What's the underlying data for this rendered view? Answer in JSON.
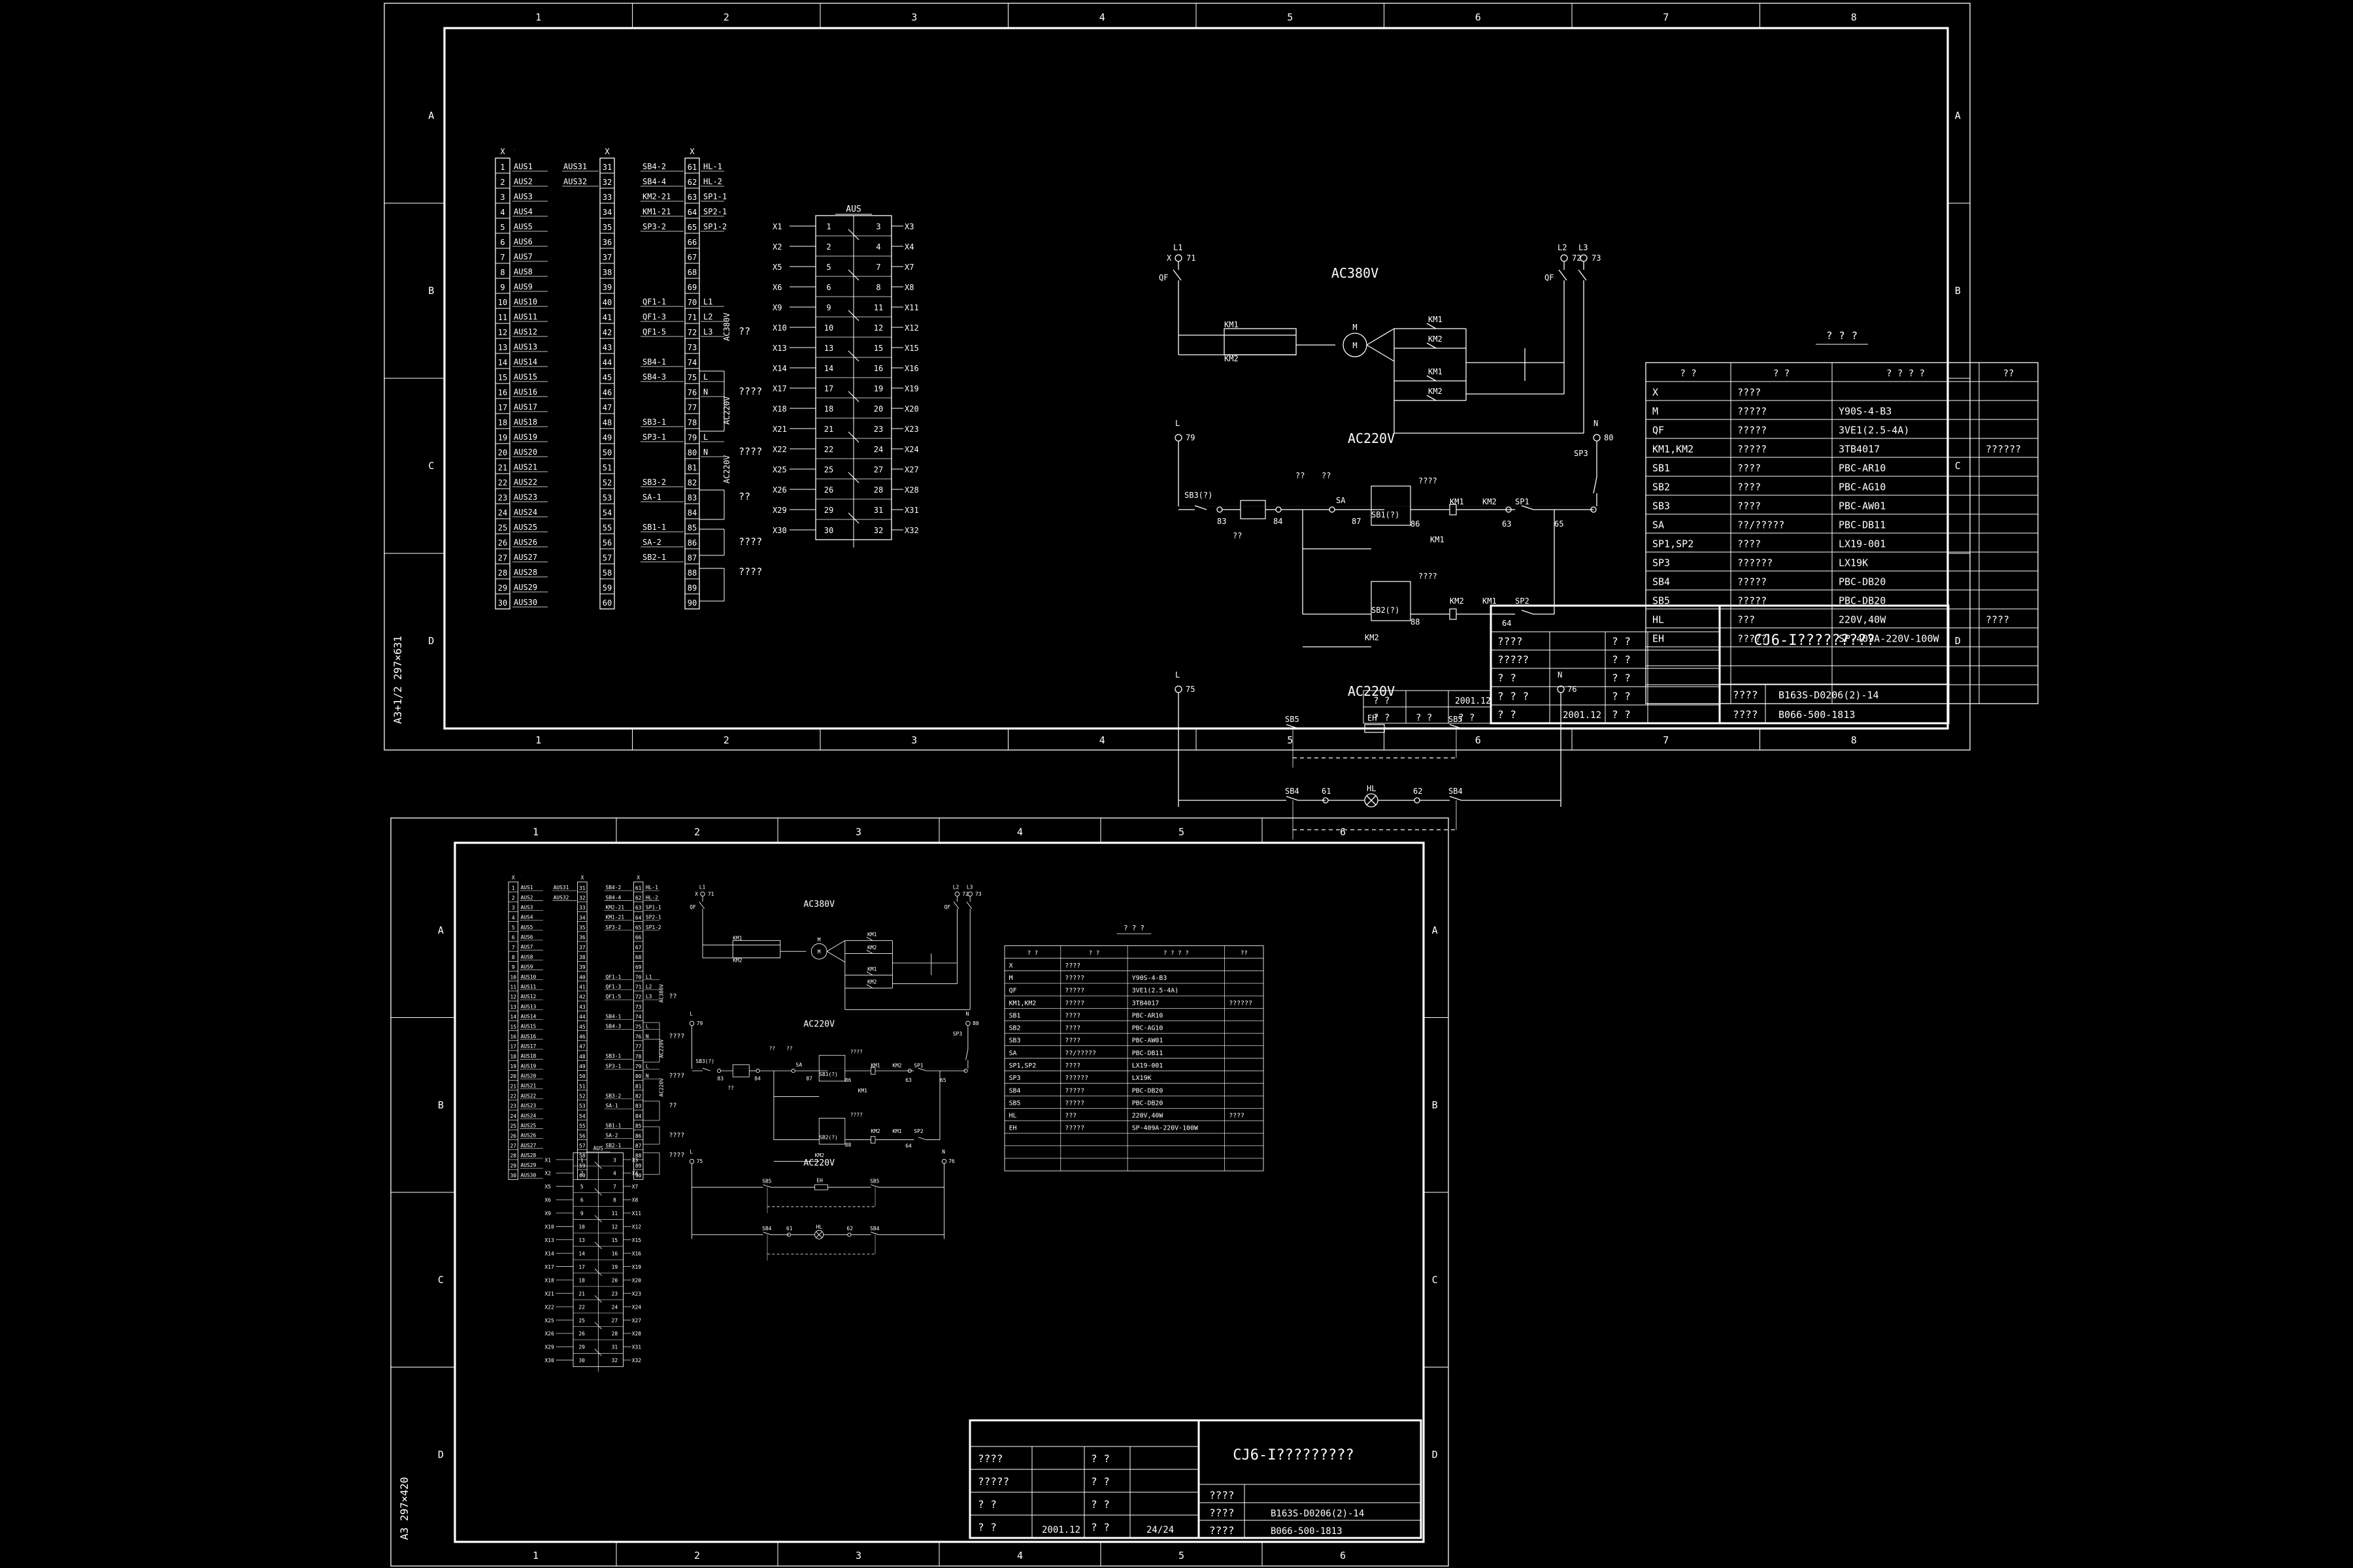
{
  "sheets": [
    {
      "size_label": "A3+1/2 297×631",
      "col_labels": [
        "1",
        "2",
        "3",
        "4",
        "5",
        "6",
        "7",
        "8"
      ],
      "row_labels": [
        "A",
        "B",
        "C",
        "D"
      ]
    },
    {
      "size_label": "A3 297×420",
      "col_labels": [
        "1",
        "2",
        "3",
        "4",
        "5",
        "6"
      ],
      "row_labels": [
        "A",
        "B",
        "C",
        "D"
      ]
    }
  ],
  "terminal_strip_1": {
    "header": "X",
    "numbers": [
      "1",
      "2",
      "3",
      "4",
      "5",
      "6",
      "7",
      "8",
      "9",
      "10",
      "11",
      "12",
      "13",
      "14",
      "15",
      "16",
      "17",
      "18",
      "19",
      "20",
      "21",
      "22",
      "23",
      "24",
      "25",
      "26",
      "27",
      "28",
      "29",
      "30"
    ],
    "labels": [
      "AUS1",
      "AUS2",
      "AUS3",
      "AUS4",
      "AUS5",
      "AUS6",
      "AUS7",
      "AUS8",
      "AUS9",
      "AUS10",
      "AUS11",
      "AUS12",
      "AUS13",
      "AUS14",
      "AUS15",
      "AUS16",
      "AUS17",
      "AUS18",
      "AUS19",
      "AUS20",
      "AUS21",
      "AUS22",
      "AUS23",
      "AUS24",
      "AUS25",
      "AUS26",
      "AUS27",
      "AUS28",
      "AUS29",
      "AUS30"
    ]
  },
  "terminal_strip_2": {
    "header": "X",
    "numbers": [
      "31",
      "32",
      "33",
      "34",
      "35",
      "36",
      "37",
      "38",
      "39",
      "40",
      "41",
      "42",
      "43",
      "44",
      "45",
      "46",
      "47",
      "48",
      "49",
      "50",
      "51",
      "52",
      "53",
      "54",
      "55",
      "56",
      "57",
      "58",
      "59",
      "60"
    ],
    "labels": [
      "AUS31",
      "AUS32"
    ]
  },
  "terminal_strip_3": {
    "header": "X",
    "numbers": [
      "61",
      "62",
      "63",
      "64",
      "65",
      "66",
      "67",
      "68",
      "69",
      "70",
      "71",
      "72",
      "73",
      "74",
      "75",
      "76",
      "77",
      "78",
      "79",
      "80",
      "81",
      "82",
      "83",
      "84",
      "85",
      "86",
      "87",
      "88",
      "89",
      "90"
    ],
    "left_labels": [
      {
        "row": 0,
        "text": "SB4-2"
      },
      {
        "row": 1,
        "text": "SB4-4"
      },
      {
        "row": 2,
        "text": "KM2-21"
      },
      {
        "row": 3,
        "text": "KM1-21"
      },
      {
        "row": 4,
        "text": "SP3-2"
      },
      {
        "row": 9,
        "text": "QF1-1"
      },
      {
        "row": 10,
        "text": "QF1-3"
      },
      {
        "row": 11,
        "text": "QF1-5"
      },
      {
        "row": 13,
        "text": "SB4-1"
      },
      {
        "row": 14,
        "text": "SB4-3"
      },
      {
        "row": 17,
        "text": "SB3-1"
      },
      {
        "row": 18,
        "text": "SP3-1"
      },
      {
        "row": 21,
        "text": "SB3-2"
      },
      {
        "row": 22,
        "text": "SA-1"
      },
      {
        "row": 24,
        "text": "SB1-1"
      },
      {
        "row": 25,
        "text": "SA-2"
      },
      {
        "row": 26,
        "text": "SB2-1"
      }
    ],
    "right_labels": [
      {
        "row": 0,
        "text": "HL-1"
      },
      {
        "row": 1,
        "text": "HL-2"
      },
      {
        "row": 2,
        "text": "SP1-1"
      },
      {
        "row": 3,
        "text": "SP2-1"
      },
      {
        "row": 4,
        "text": "SP1-2"
      },
      {
        "row": 9,
        "text": "L1"
      },
      {
        "row": 10,
        "text": "L2"
      },
      {
        "row": 11,
        "text": "L3"
      },
      {
        "row": 14,
        "text": "L"
      },
      {
        "row": 15,
        "text": "N"
      },
      {
        "row": 18,
        "text": "L"
      },
      {
        "row": 19,
        "text": "N"
      }
    ],
    "side_notes": [
      {
        "row": 11,
        "text": "??"
      },
      {
        "row": 15,
        "text": "????"
      },
      {
        "row": 19,
        "text": "????"
      },
      {
        "row": 22,
        "text": "??"
      },
      {
        "row": 25,
        "text": "????"
      },
      {
        "row": 27,
        "text": "????"
      }
    ],
    "vertical_notes": [
      "AC380V",
      "AC220V",
      "AC220V"
    ]
  },
  "aus_block": {
    "title": "AUS",
    "left_x": [
      "X1",
      "X2",
      "X5",
      "X6",
      "X9",
      "X10",
      "X13",
      "X14",
      "X17",
      "X18",
      "X21",
      "X22",
      "X25",
      "X26",
      "X29",
      "X30"
    ],
    "right_x": [
      "X3",
      "X4",
      "X7",
      "X8",
      "X11",
      "X12",
      "X15",
      "X16",
      "X19",
      "X20",
      "X23",
      "X24",
      "X27",
      "X28",
      "X31",
      "X32"
    ],
    "left_pins": [
      "1",
      "2",
      "5",
      "6",
      "9",
      "10",
      "13",
      "14",
      "17",
      "18",
      "21",
      "22",
      "25",
      "26",
      "29",
      "30"
    ],
    "right_pins": [
      "3",
      "4",
      "7",
      "8",
      "11",
      "12",
      "15",
      "16",
      "19",
      "20",
      "23",
      "24",
      "27",
      "28",
      "31",
      "32"
    ]
  },
  "power_circuit": {
    "title": "AC380V",
    "terminals": [
      {
        "label": "L1",
        "num": "71",
        "sub": "X"
      },
      {
        "label": "L2",
        "num": "72",
        "sub": ""
      },
      {
        "label": "L3",
        "num": "73",
        "sub": ""
      }
    ],
    "qf": "QF",
    "km_left": [
      "KM1",
      "KM2"
    ],
    "motor": "M",
    "km_right": [
      "KM1",
      "KM2",
      "KM1",
      "KM2"
    ]
  },
  "control_circuit": {
    "title": "AC220V",
    "L": "L",
    "N": "N",
    "L_num": "79",
    "N_num": "80",
    "labels": [
      "SB3(?)",
      "83",
      "??",
      "84",
      "??",
      "??",
      "SA",
      "87",
      "????",
      "SB1(?)",
      "86",
      "KM1",
      "KM2",
      "SP1",
      "63",
      "65",
      "SP3",
      "KM1",
      "????",
      "SB2(?)",
      "88",
      "KM2",
      "KM1",
      "SP2",
      "64",
      "KM2"
    ]
  },
  "heater_circuit": {
    "title": "AC220V",
    "L": "L",
    "N": "N",
    "L_num": "75",
    "N_num": "76",
    "labels": [
      "SB5",
      "EH",
      "SB5",
      "SB4",
      "61",
      "HL",
      "62",
      "SB4"
    ]
  },
  "parts_table": {
    "title": "? ? ?",
    "headers": [
      "? ?",
      "? ?",
      "? ?   ? ?",
      "??"
    ],
    "rows": [
      [
        "X",
        "????",
        "",
        ""
      ],
      [
        "M",
        "?????",
        "Y90S-4-B3",
        ""
      ],
      [
        "QF",
        "?????",
        "3VE1(2.5-4A)",
        ""
      ],
      [
        "KM1,KM2",
        "?????",
        "3TB4017",
        "??????"
      ],
      [
        "SB1",
        "????",
        "PBC-AR10",
        ""
      ],
      [
        "SB2",
        "????",
        "PBC-AG10",
        ""
      ],
      [
        "SB3",
        "????",
        "PBC-AW01",
        ""
      ],
      [
        "SA",
        "??/?????",
        "PBC-DB11",
        ""
      ],
      [
        "SP1,SP2",
        "????",
        "LX19-001",
        ""
      ],
      [
        "SP3",
        "??????",
        "LX19K",
        ""
      ],
      [
        "SB4",
        "?????",
        "PBC-DB20",
        ""
      ],
      [
        "SB5",
        "?????",
        "PBC-DB20",
        ""
      ],
      [
        "HL",
        "???",
        "220V,40W",
        "????"
      ],
      [
        "EH",
        "?????",
        "SP-409A-220V-100W",
        ""
      ],
      [
        "",
        "",
        "",
        ""
      ],
      [
        "",
        "",
        "",
        ""
      ],
      [
        "",
        "",
        "",
        ""
      ]
    ]
  },
  "title_block_1": {
    "drawing_name": "CJ6-I?????????",
    "left_rows": [
      [
        "????",
        "? ?"
      ],
      [
        "?????",
        "? ?"
      ],
      [
        "?   ?",
        "? ?"
      ],
      [
        "? ? ?",
        "? ?"
      ],
      [
        "?   ?",
        "? ?"
      ]
    ],
    "date_a": "2001.12",
    "date_b": "2001.12",
    "small_cells": [
      "? ?",
      "? ?",
      "? ?",
      "? ?"
    ],
    "right_rows": [
      [
        "????",
        "B163S-D0206(2)-14"
      ],
      [
        "????",
        "B066-500-1813"
      ]
    ],
    "page": ""
  },
  "title_block_2": {
    "drawing_name": "CJ6-I?????????",
    "left_rows": [
      [
        "????",
        "? ?"
      ],
      [
        "?????",
        "? ?"
      ],
      [
        "?  ?",
        "? ?"
      ],
      [
        "?  ?",
        "? ?"
      ]
    ],
    "date_a": "2001.12",
    "page": "24/24",
    "right_rows": [
      [
        "????",
        ""
      ],
      [
        "????",
        "B163S-D0206(2)-14"
      ],
      [
        "????",
        "B066-500-1813"
      ]
    ]
  }
}
